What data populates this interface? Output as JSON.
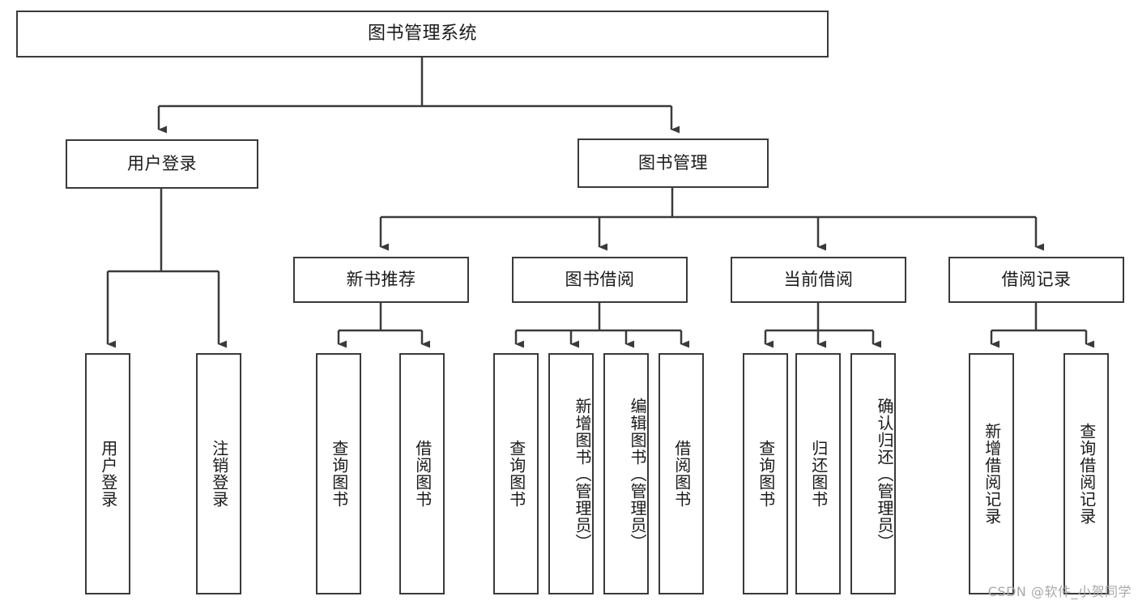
{
  "diagram": {
    "title": "图书管理系统",
    "type": "tree-hierarchy",
    "root": {
      "label": "图书管理系统"
    },
    "level1": [
      {
        "label": "用户登录"
      },
      {
        "label": "图书管理"
      }
    ],
    "level2": [
      {
        "label": "新书推荐",
        "parent": "图书管理"
      },
      {
        "label": "图书借阅",
        "parent": "图书管理"
      },
      {
        "label": "当前借阅",
        "parent": "图书管理"
      },
      {
        "label": "借阅记录",
        "parent": "图书管理"
      }
    ],
    "leaves": {
      "user_login": [
        {
          "label": "用户登录"
        },
        {
          "label": "注销登录"
        }
      ],
      "new_book": [
        {
          "label": "查询图书"
        },
        {
          "label": "借阅图书"
        }
      ],
      "borrow_book": [
        {
          "label": "查询图书"
        },
        {
          "label": "新增图书（管理员）"
        },
        {
          "label": "编辑图书（管理员）"
        },
        {
          "label": "借阅图书"
        }
      ],
      "current_borrow": [
        {
          "label": "查询图书"
        },
        {
          "label": "归还图书"
        },
        {
          "label": "确认归还（管理员）"
        }
      ],
      "borrow_record": [
        {
          "label": "新增借阅记录"
        },
        {
          "label": "查询借阅记录"
        }
      ]
    }
  },
  "watermark": {
    "text": "CSDN @软件_小贺同学"
  },
  "colors": {
    "border": "#3a3a3a",
    "text": "#1a1a1a",
    "background": "#ffffff",
    "watermark": "#a8a8a8"
  }
}
